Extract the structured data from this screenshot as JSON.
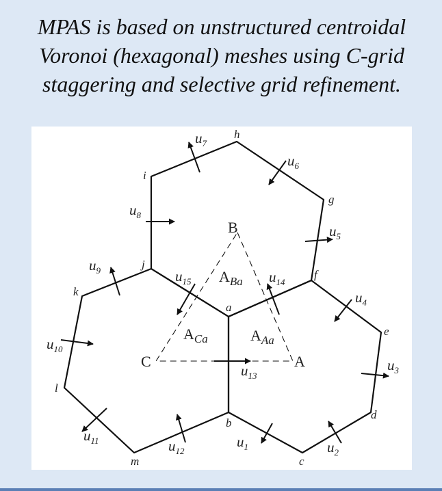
{
  "caption": {
    "line1": "MPAS is based on unstructured centroidal",
    "line2": "Voronoi (hexagonal) meshes using C-grid",
    "line3": "staggering and selective grid refinement."
  },
  "vertices": {
    "a": "a",
    "b": "b",
    "c": "c",
    "d": "d",
    "e": "e",
    "f": "f",
    "g": "g",
    "h": "h",
    "i": "i",
    "j": "j",
    "k": "k",
    "l": "l",
    "m": "m"
  },
  "cells": {
    "A": "A",
    "B": "B",
    "C": "C"
  },
  "velocities": {
    "u1": {
      "base": "u",
      "sub": "1"
    },
    "u2": {
      "base": "u",
      "sub": "2"
    },
    "u3": {
      "base": "u",
      "sub": "3"
    },
    "u4": {
      "base": "u",
      "sub": "4"
    },
    "u5": {
      "base": "u",
      "sub": "5"
    },
    "u6": {
      "base": "u",
      "sub": "6"
    },
    "u7": {
      "base": "u",
      "sub": "7"
    },
    "u8": {
      "base": "u",
      "sub": "8"
    },
    "u9": {
      "base": "u",
      "sub": "9"
    },
    "u10": {
      "base": "u",
      "sub": "10"
    },
    "u11": {
      "base": "u",
      "sub": "11"
    },
    "u12": {
      "base": "u",
      "sub": "12"
    },
    "u13": {
      "base": "u",
      "sub": "13"
    },
    "u14": {
      "base": "u",
      "sub": "14"
    },
    "u15": {
      "base": "u",
      "sub": "15"
    }
  },
  "areas": {
    "ABa": {
      "base": "A",
      "sub": "Ba"
    },
    "ACa": {
      "base": "A",
      "sub": "Ca"
    },
    "AAa": {
      "base": "A",
      "sub": "Aa"
    }
  }
}
